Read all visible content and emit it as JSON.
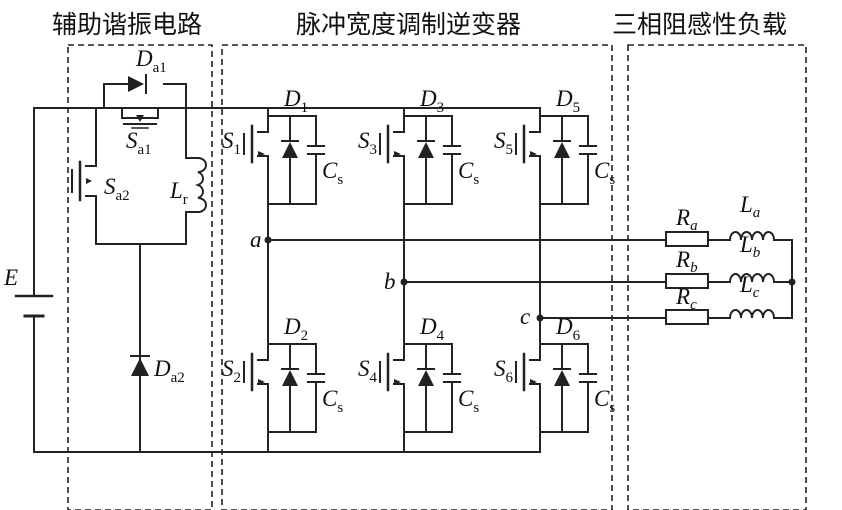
{
  "titles": {
    "aux": "辅助谐振电路",
    "pwm": "脉冲宽度调制逆变器",
    "load": "三相阻感性负载"
  },
  "labels": {
    "source": "E",
    "da1": {
      "main": "D",
      "sub": "a1"
    },
    "sa1": {
      "main": "S",
      "sub": "a1"
    },
    "sa2": {
      "main": "S",
      "sub": "a2"
    },
    "lr": {
      "main": "L",
      "sub": "r"
    },
    "da2": {
      "main": "D",
      "sub": "a2"
    },
    "switches": [
      {
        "s": "S",
        "s_sub": "1",
        "d": "D",
        "d_sub": "1",
        "c": "C",
        "c_sub": "s"
      },
      {
        "s": "S",
        "s_sub": "3",
        "d": "D",
        "d_sub": "3",
        "c": "C",
        "c_sub": "s"
      },
      {
        "s": "S",
        "s_sub": "5",
        "d": "D",
        "d_sub": "5",
        "c": "C",
        "c_sub": "s"
      },
      {
        "s": "S",
        "s_sub": "2",
        "d": "D",
        "d_sub": "2",
        "c": "C",
        "c_sub": "s"
      },
      {
        "s": "S",
        "s_sub": "4",
        "d": "D",
        "d_sub": "4",
        "c": "C",
        "c_sub": "s"
      },
      {
        "s": "S",
        "s_sub": "6",
        "d": "D",
        "d_sub": "6",
        "c": "C",
        "c_sub": "s"
      }
    ],
    "nodes": [
      "a",
      "b",
      "c"
    ],
    "resistors": [
      {
        "main": "R",
        "sub": "a"
      },
      {
        "main": "R",
        "sub": "b"
      },
      {
        "main": "R",
        "sub": "c"
      }
    ],
    "inductors": [
      {
        "main": "L",
        "sub": "a"
      },
      {
        "main": "L",
        "sub": "b"
      },
      {
        "main": "L",
        "sub": "c"
      }
    ]
  }
}
